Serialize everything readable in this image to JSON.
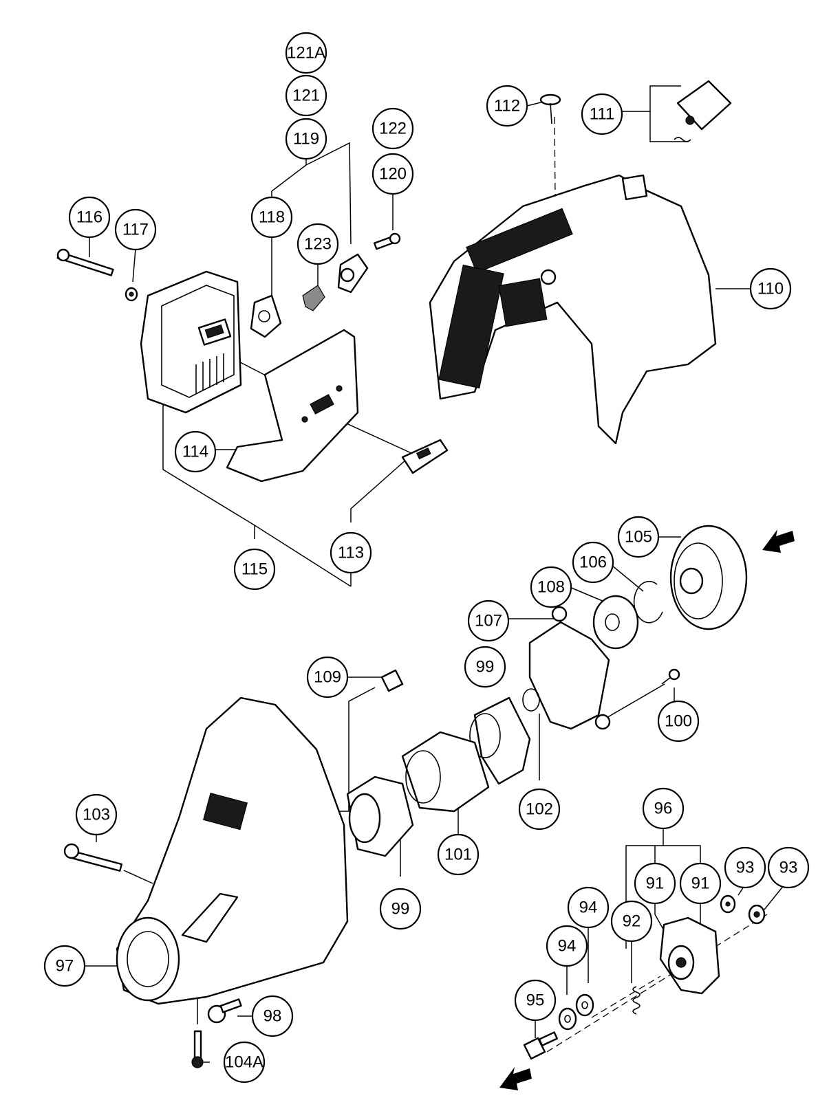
{
  "callouts": [
    {
      "id": "c-121A",
      "label": "121A"
    },
    {
      "id": "c-121",
      "label": "121"
    },
    {
      "id": "c-119",
      "label": "119"
    },
    {
      "id": "c-122",
      "label": "122"
    },
    {
      "id": "c-120",
      "label": "120"
    },
    {
      "id": "c-118",
      "label": "118"
    },
    {
      "id": "c-123",
      "label": "123"
    },
    {
      "id": "c-116",
      "label": "116"
    },
    {
      "id": "c-117",
      "label": "117"
    },
    {
      "id": "c-112",
      "label": "112"
    },
    {
      "id": "c-111",
      "label": "111"
    },
    {
      "id": "c-110",
      "label": "110"
    },
    {
      "id": "c-114",
      "label": "114"
    },
    {
      "id": "c-115",
      "label": "115"
    },
    {
      "id": "c-113",
      "label": "113"
    },
    {
      "id": "c-105",
      "label": "105"
    },
    {
      "id": "c-106",
      "label": "106"
    },
    {
      "id": "c-108",
      "label": "108"
    },
    {
      "id": "c-107",
      "label": "107"
    },
    {
      "id": "c-109",
      "label": "109"
    },
    {
      "id": "c-99a",
      "label": "99"
    },
    {
      "id": "c-100",
      "label": "100"
    },
    {
      "id": "c-102",
      "label": "102"
    },
    {
      "id": "c-101",
      "label": "101"
    },
    {
      "id": "c-99b",
      "label": "99"
    },
    {
      "id": "c-103",
      "label": "103"
    },
    {
      "id": "c-96",
      "label": "96"
    },
    {
      "id": "c-91a",
      "label": "91"
    },
    {
      "id": "c-91b",
      "label": "91"
    },
    {
      "id": "c-93a",
      "label": "93"
    },
    {
      "id": "c-93b",
      "label": "93"
    },
    {
      "id": "c-94a",
      "label": "94"
    },
    {
      "id": "c-92",
      "label": "92"
    },
    {
      "id": "c-94b",
      "label": "94"
    },
    {
      "id": "c-95",
      "label": "95"
    },
    {
      "id": "c-97",
      "label": "97"
    },
    {
      "id": "c-98",
      "label": "98"
    },
    {
      "id": "c-104A",
      "label": "104A"
    }
  ]
}
